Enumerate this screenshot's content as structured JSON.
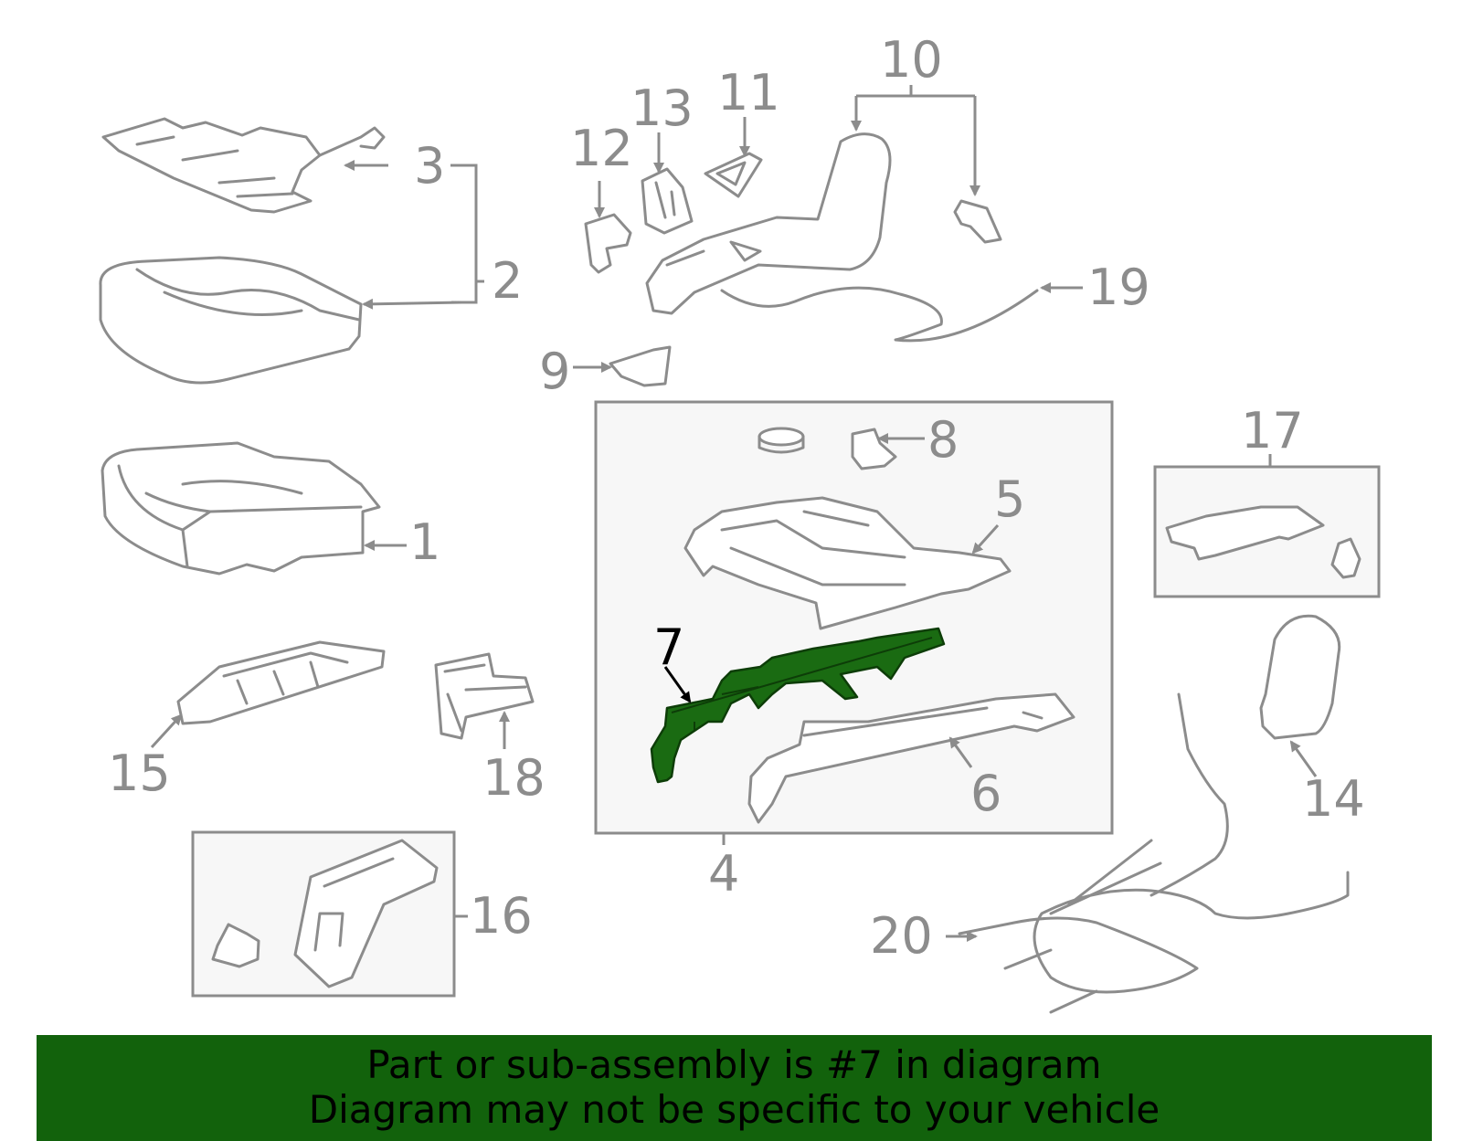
{
  "labels": {
    "l1": "1",
    "l2": "2",
    "l3": "3",
    "l4": "4",
    "l5": "5",
    "l6": "6",
    "l7": "7",
    "l8": "8",
    "l9": "9",
    "l10": "10",
    "l11": "11",
    "l12": "12",
    "l13": "13",
    "l14": "14",
    "l15": "15",
    "l16": "16",
    "l17": "17",
    "l18": "18",
    "l19": "19",
    "l20": "20"
  },
  "banner": {
    "line1": "Part or sub-assembly is #7 in diagram",
    "line2": "Diagram may not be specific to your vehicle"
  },
  "colors": {
    "highlight": "#1a6b12",
    "banner_bg": "#12620c",
    "line": "#8c8c8c"
  },
  "highlighted_part": "7"
}
